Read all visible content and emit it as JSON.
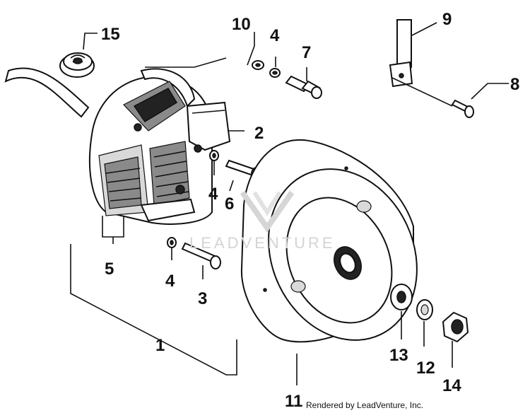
{
  "callouts": {
    "p1": "1",
    "p2": "2",
    "p3": "3",
    "p4a": "4",
    "p4b": "4",
    "p4c": "4",
    "p5": "5",
    "p6": "6",
    "p7": "7",
    "p8": "8",
    "p9": "9",
    "p10": "10",
    "p11": "11",
    "p12": "12",
    "p13": "13",
    "p14": "14",
    "p15": "15"
  },
  "watermark": "LEADVENTURE",
  "credit": "Rendered by LeadVenture, Inc."
}
